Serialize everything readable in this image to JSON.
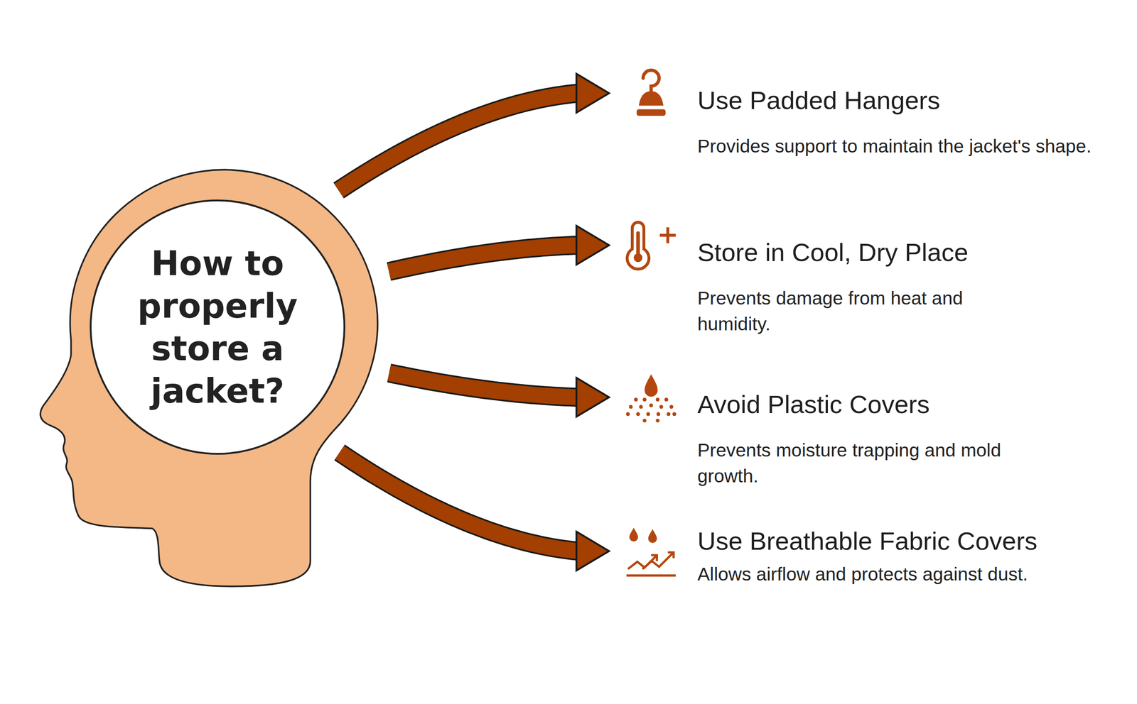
{
  "diagram": {
    "nodes": [
      {
        "text": [
          "How to properly store a jacket?"
        ]
      },
      {
        "text": [
          "Use Padded Hangers",
          "Provides support to maintain the jacket's shape."
        ]
      },
      {
        "text": [
          "Store in Cool, Dry Place",
          "Prevents damage from heat and humidity."
        ]
      },
      {
        "text": [
          "Avoid Plastic Covers",
          "Prevents moisture trapping and mold growth."
        ]
      },
      {
        "text": [
          "Use Breathable Fabric Covers",
          "Allows airflow and protects against dust."
        ]
      }
    ],
    "edges": [
      {
        "from": 0,
        "to": 1,
        "arrow": "to"
      },
      {
        "from": 0,
        "to": 2,
        "arrow": "to"
      },
      {
        "from": 0,
        "to": 3,
        "arrow": "to"
      },
      {
        "from": 0,
        "to": 4,
        "arrow": "to"
      }
    ]
  }
}
